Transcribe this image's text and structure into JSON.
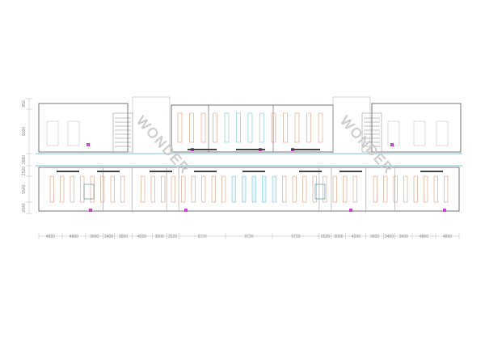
{
  "drawing": {
    "watermark": "WONDER",
    "horizontal_dimensions": [
      4860,
      4860,
      3600,
      2400,
      3600,
      4200,
      3000,
      2520,
      9720,
      9720,
      9720,
      2520,
      3000,
      4200,
      3600,
      2400,
      3600,
      4860,
      4860
    ],
    "vertical_dimensions": [
      "950",
      "9000",
      "3880",
      "2520",
      "5540",
      "2640"
    ],
    "colors": {
      "wall": "#555555",
      "partition": "#888888",
      "bench": "#d9a080",
      "glass": "#7fc8d8",
      "accent": "#cc44cc",
      "grey": "#aaaaaa"
    }
  }
}
